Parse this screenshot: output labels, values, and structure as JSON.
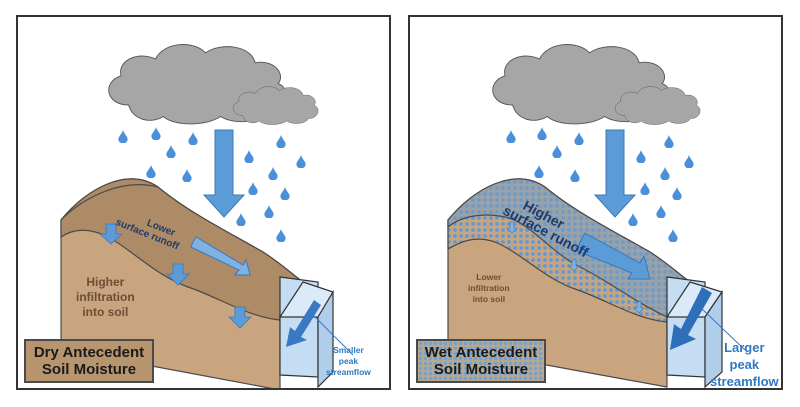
{
  "panels": [
    {
      "id": "dry",
      "title_line1": "Dry Antecedent",
      "title_line2": "Soil Moisture",
      "runoff_line1": "Lower",
      "runoff_line2": "surface runoff",
      "infiltration_line1": "Higher",
      "infiltration_line2": "infiltration",
      "infiltration_line3": "into soil",
      "streamflow_line1": "Smaller",
      "streamflow_line2": "peak",
      "streamflow_line3": "streamflow"
    },
    {
      "id": "wet",
      "title_line1": "Wet Antecedent",
      "title_line2": "Soil Moisture",
      "runoff_line1": "Higher",
      "runoff_line2": "surface runoff",
      "infiltration_line1": "Lower",
      "infiltration_line2": "infiltration",
      "infiltration_line3": "into soil",
      "streamflow_line1": "Larger",
      "streamflow_line2": "peak",
      "streamflow_line3": "streamflow"
    }
  ],
  "colors": {
    "cloud": "#a6a6a6",
    "rain": "#4a90d9",
    "soil_light": "#c8a57e",
    "soil_dark": "#ad8b67",
    "water": "#c5ddf2",
    "streamflow_text": "#2e78c4",
    "runoff_text": "#1f3a6b"
  }
}
